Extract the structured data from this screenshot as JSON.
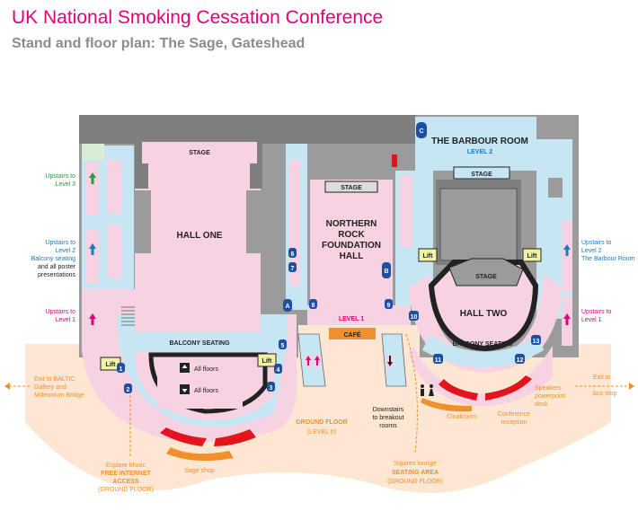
{
  "header": {
    "title": "UK National Smoking Cessation Conference",
    "subtitle": "Stand and floor plan: The Sage, Gateshead"
  },
  "rooms": {
    "stage_hall_one": "STAGE",
    "hall_one": "HALL ONE",
    "stage_northern": "STAGE",
    "northern_rock": [
      "NORTHERN",
      "ROCK",
      "FOUNDATION",
      "HALL"
    ],
    "barbour_room": "THE BARBOUR ROOM",
    "level2": "LEVEL 2",
    "stage_barbour": "STAGE",
    "stage_hall_two": "STAGE",
    "hall_two": "HALL TWO",
    "balcony_seating_1": "BALCONY SEATING",
    "balcony_seating_2": "BALCONY SEATING",
    "level1": "LEVEL 1",
    "cafe": "CAFÉ",
    "all_floors_1": "All floors",
    "all_floors_2": "All floors",
    "lift": "Lift",
    "ground_floor": "GROUND FLOOR",
    "ground_floor_sub": "(LEVEL 0)"
  },
  "labels_left": {
    "upstairs_l3": [
      "Upstairs to",
      "Level 3"
    ],
    "upstairs_l2": [
      "Upstairs to",
      "Level 2",
      "Balcony seating"
    ],
    "poster": [
      "and all poster",
      "presentations"
    ],
    "upstairs_l1": [
      "Upstairs to",
      "Level 1"
    ],
    "exit_baltic": [
      "Exit to BALTIC",
      "Gallery and",
      "Millennium Bridge"
    ],
    "explore": [
      "Explore Music",
      "FREE INTERNET",
      "ACCESS",
      "(GROUND FLOOR)"
    ],
    "sage_shop": "Sage shop"
  },
  "labels_right": {
    "upstairs_l2": [
      "Upstairs to",
      "Level 2",
      "The Barbour Room"
    ],
    "upstairs_l1": [
      "Upstairs to",
      "Level 1"
    ],
    "exit_bus": [
      "Exit to",
      "bus stop"
    ],
    "speakers": [
      "Speakers",
      "powerpoint",
      "desk"
    ],
    "cloakroom": "Cloakroom",
    "conference": [
      "Conference",
      "reception"
    ],
    "downstairs": [
      "Downstairs",
      "to breakout",
      "rooms"
    ],
    "squires": [
      "'Squires lounge'",
      "SEATING AREA",
      "(GROUND FLOOR)"
    ]
  },
  "stands": [
    "1",
    "2",
    "3",
    "4",
    "5",
    "6",
    "7",
    "8",
    "9",
    "10",
    "11",
    "12",
    "13",
    "A",
    "B",
    "C"
  ],
  "colors": {
    "magenta": "#e2007a",
    "wall": "#8a8a8a",
    "pink": "#f7d2e2",
    "lightblue": "#c7e6f4",
    "ground": "#fde7d2",
    "orange": "#f0902b",
    "stand_blue": "#1d4fa2",
    "lift": "#f1f2a6",
    "red": "#e2141c"
  }
}
